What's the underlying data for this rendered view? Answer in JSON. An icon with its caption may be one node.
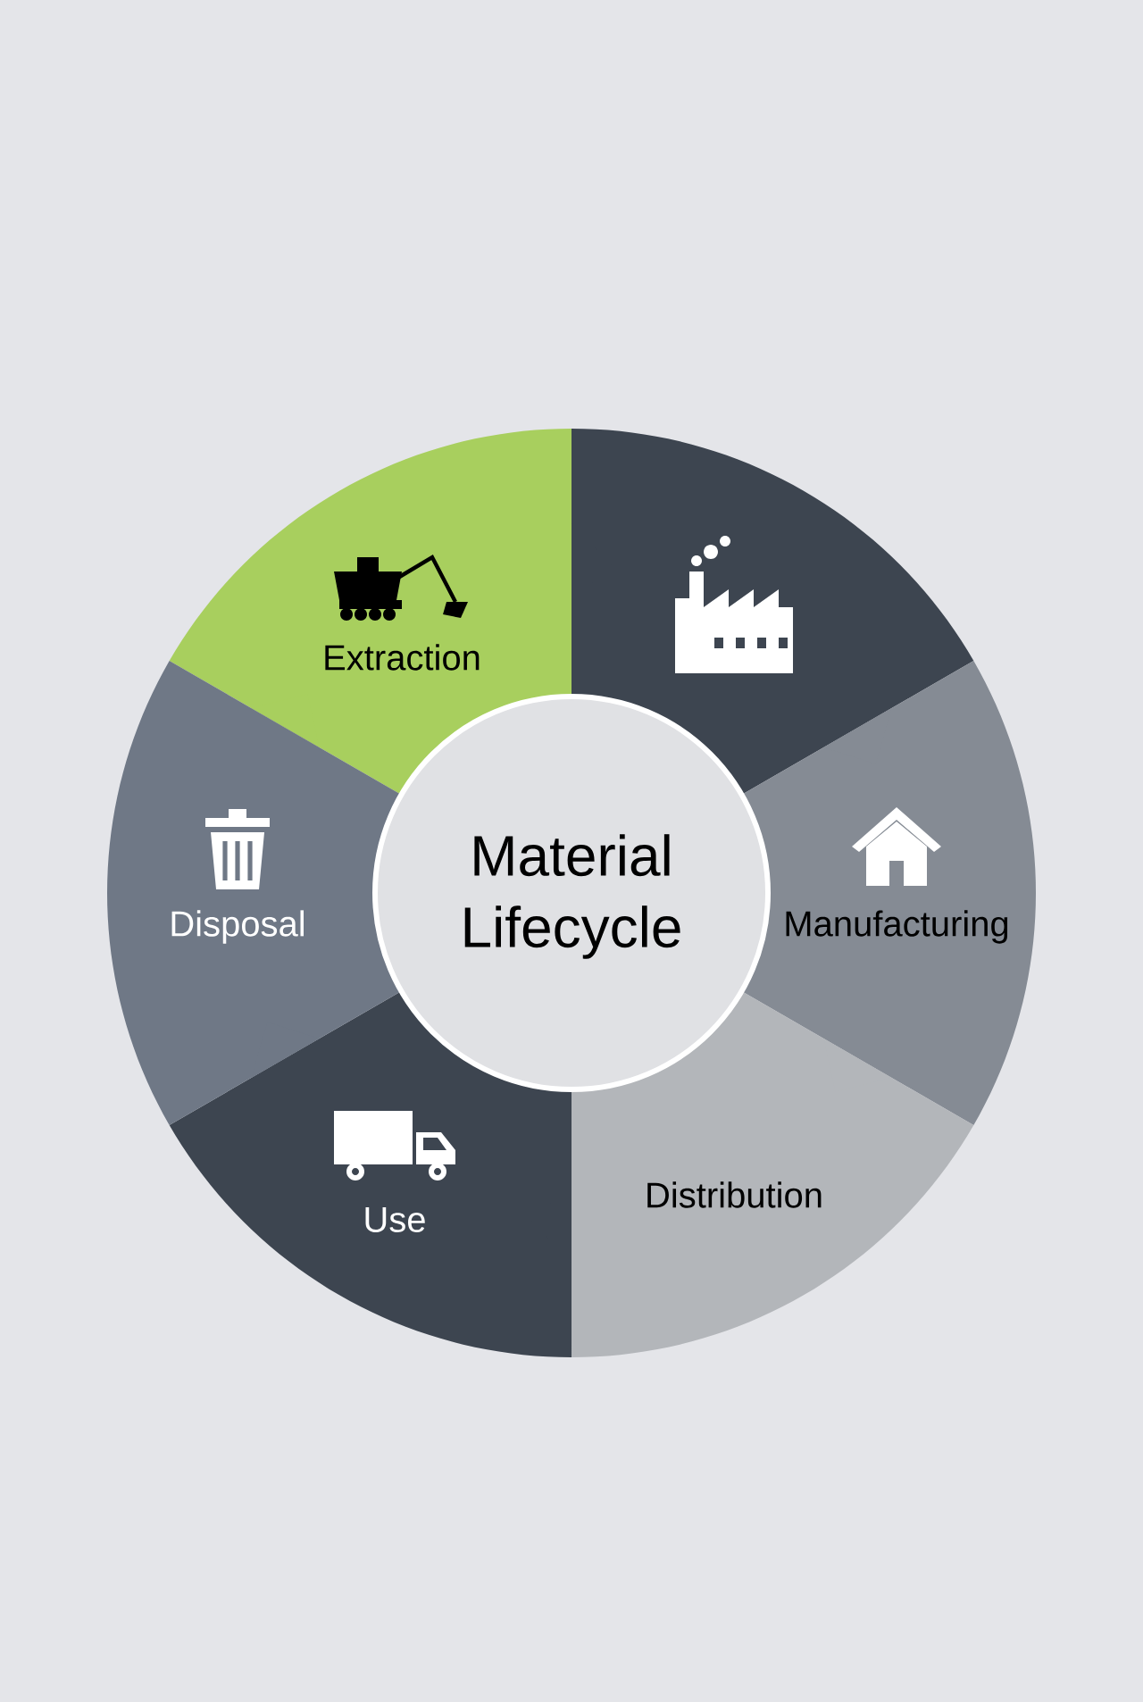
{
  "diagram": {
    "nodes": [
      {
        "text": [
          "Material Lifecycle"
        ]
      },
      {
        "text": [
          "Extraction"
        ]
      },
      {
        "text": [],
        "shape": "sector"
      },
      {
        "text": [
          "Manufacturing"
        ]
      },
      {
        "text": [
          "Distribution"
        ]
      },
      {
        "text": [
          "Use"
        ]
      },
      {
        "text": [
          "Disposal"
        ]
      }
    ]
  }
}
